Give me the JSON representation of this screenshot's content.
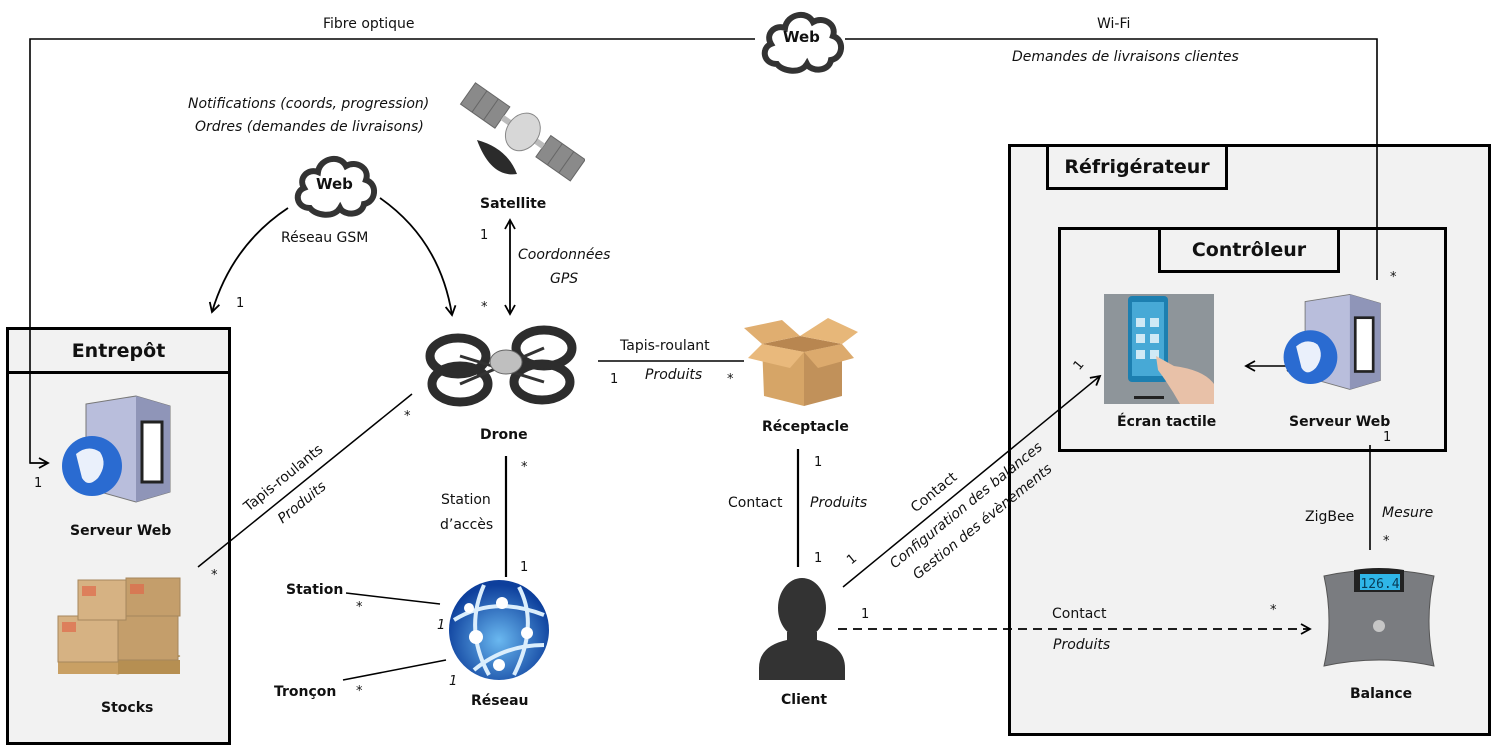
{
  "top_links": {
    "fibre": "Fibre optique",
    "wifi": "Wi-Fi",
    "wifi_flow": "Demandes de livraisons clientes",
    "web_cloud": "Web"
  },
  "gsm": {
    "cloud_label": "Web",
    "network": "Réseau GSM",
    "flow_line1": "Notifications (coords, progression)",
    "flow_line2": "Ordres (demandes de livraisons)",
    "mult_entrepot": "1",
    "mult_drone": "*"
  },
  "satellite": {
    "name": "Satellite",
    "flow_line1": "Coordonnées",
    "flow_line2": "GPS",
    "mult_sat": "1",
    "mult_drone": "*"
  },
  "entrepot": {
    "title": "Entrepôt",
    "server_name": "Serveur Web",
    "stocks_name": "Stocks",
    "mult_server": "1"
  },
  "drone": {
    "name": "Drone",
    "stock_link_label": "Tapis-roulants",
    "stock_link_flow": "Produits",
    "stock_mult_drone": "*",
    "stock_mult_stocks": "*",
    "receptacle_link_label": "Tapis-roulant",
    "receptacle_link_flow": "Produits",
    "receptacle_mult_drone": "1",
    "receptacle_mult_receptacle": "*",
    "station_link_line1": "Station",
    "station_link_line2": "d’accès",
    "station_mult_drone": "*",
    "station_mult_reseau": "1"
  },
  "reseau": {
    "name": "Réseau",
    "station": "Station",
    "troncon": "Tronçon",
    "station_mult": "*",
    "station_mult_reseau": "1",
    "troncon_mult": "*",
    "troncon_mult_reseau": "1"
  },
  "receptacle": {
    "name": "Réceptacle",
    "client_link_label": "Contact",
    "client_link_flow": "Produits",
    "mult_receptacle": "1",
    "mult_client": "1"
  },
  "client": {
    "name": "Client",
    "screen_link_label": "Contact",
    "screen_link_flow1": "Configuration  des balances",
    "screen_link_flow2": "Gestion des évènements",
    "screen_mult_client": "1",
    "screen_mult_screen": "1",
    "balance_link_label": "Contact",
    "balance_link_flow": "Produits",
    "balance_mult_client": "1",
    "balance_mult_balance": "*"
  },
  "refrigerateur": {
    "title": "Réfrigérateur",
    "controleur_title": "Contrôleur",
    "screen_name": "Écran tactile",
    "server_name": "Serveur Web",
    "server_mult_wifi": "*",
    "server_mult_balance": "1",
    "balance_name": "Balance",
    "balance_display": "126.4",
    "balance_link_label": "ZigBee",
    "balance_link_flow": "Mesure",
    "balance_mult": "*"
  }
}
